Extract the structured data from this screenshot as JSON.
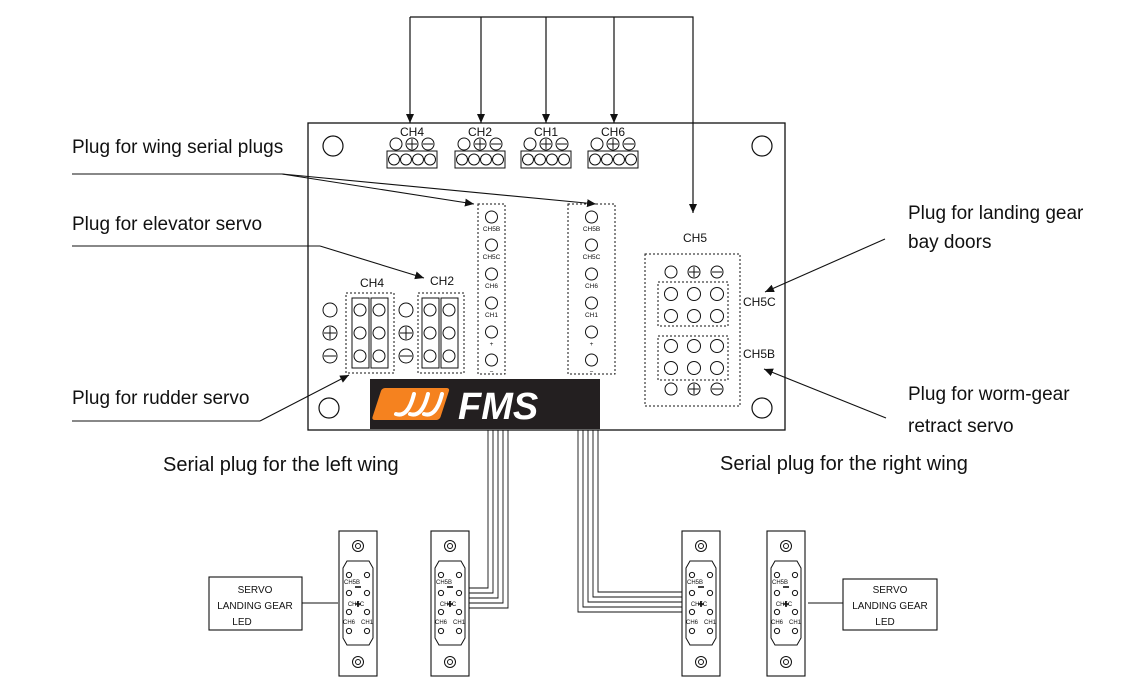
{
  "callouts": {
    "wing_serial": "Plug for wing serial plugs",
    "elevator": "Plug for elevator servo",
    "rudder": "Plug for rudder servo",
    "gear_doors_1": "Plug for landing gear",
    "gear_doors_2": "bay doors",
    "worm_gear_1": "Plug for worm-gear",
    "worm_gear_2": "retract servo"
  },
  "captions": {
    "left_wing": "Serial plug for the left wing",
    "right_wing": "Serial plug for the right wing"
  },
  "board": {
    "top_channels": [
      "CH4",
      "CH2",
      "CH1",
      "CH6"
    ],
    "left_channels": [
      "CH4",
      "CH2"
    ],
    "ch5": "CH5",
    "ch5c": "CH5C",
    "ch5b": "CH5B",
    "strip_labels": [
      "CH5B",
      "CH5C",
      "CH6",
      "CH1",
      "+",
      "−"
    ],
    "logo": "FMS"
  },
  "plugs": {
    "pin_labels": [
      "CH5B",
      "CH5C",
      "CH6",
      "CH1"
    ],
    "side_box_lines": [
      "SERVO",
      "LANDING GEAR",
      "LED"
    ]
  }
}
